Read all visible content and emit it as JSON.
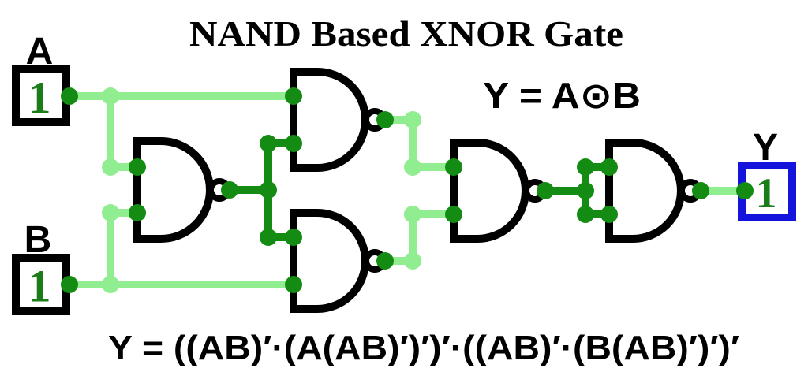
{
  "title": "NAND Based XNOR Gate",
  "equations": {
    "symbolic": "Y = A⊙B",
    "expanded": "Y = ((AB)′·(A(AB)′)′)′·((AB)′·(B(AB)′)′)′"
  },
  "inputs": {
    "a": {
      "label": "A",
      "value": "1"
    },
    "b": {
      "label": "B",
      "value": "1"
    }
  },
  "output": {
    "label": "Y",
    "value": "1"
  },
  "circuit": {
    "gate_type": "NAND",
    "gate_count": 5
  },
  "colors": {
    "wire_high_light": "#90ee90",
    "node_dark_green": "#148c14",
    "value_green": "#1a7d1a",
    "output_box_blue": "#1414dd",
    "gate_stroke": "#000000",
    "background": "#ffffff"
  }
}
